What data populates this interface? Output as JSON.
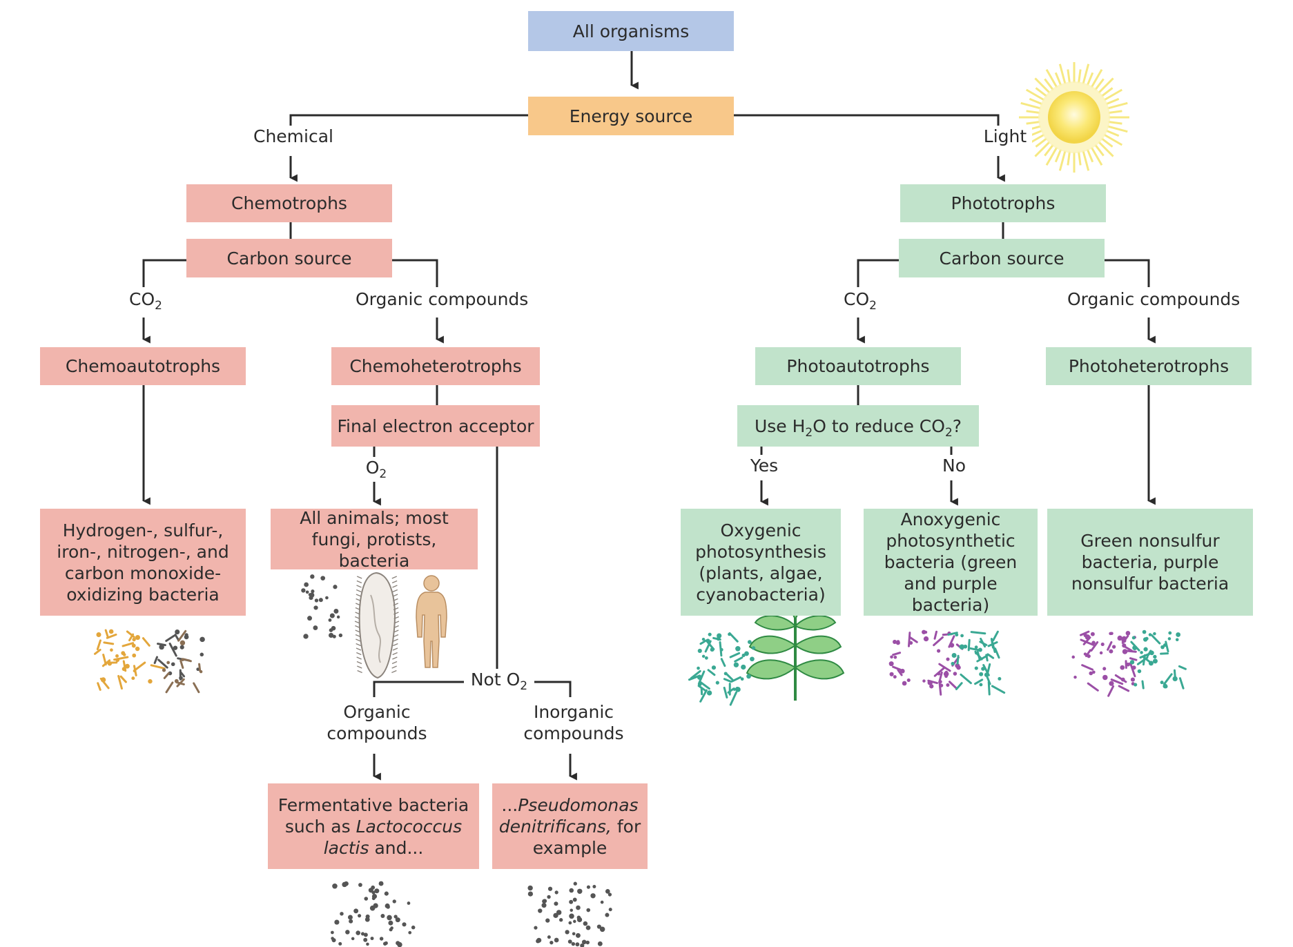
{
  "root": {
    "label": "All organisms"
  },
  "energy": {
    "label": "Energy source"
  },
  "branches": {
    "chemical": "Chemical",
    "light": "Light"
  },
  "chemo": {
    "chemotrophs": "Chemotrophs",
    "carbon_source": "Carbon source",
    "co2": "CO",
    "co2_sub": "2",
    "organic": "Organic compounds",
    "chemoautotrophs": "Chemoautotrophs",
    "chemoheterotrophs": "Chemoheterotrophs",
    "final_acceptor": "Final electron acceptor",
    "o2": "O",
    "o2_sub": "2",
    "not_o2": "Not O",
    "not_o2_sub": "2",
    "organic_compounds_label": "Organic compounds",
    "inorganic_compounds_label": "Inorganic compounds",
    "oxidizing_bacteria": "Hydrogen-, sulfur-, iron-, nitrogen-, and carbon monoxide-oxidizing bacteria",
    "animals": "All animals; most fungi, protists, bacteria",
    "fermentative_pre": "Fermentative bacteria such as",
    "fermentative_italic": "Lactococcus lactis",
    "fermentative_post": "and...",
    "pseudomonas_pre": "...",
    "pseudomonas_italic": "Pseudomonas denitrificans,",
    "pseudomonas_post": "for example"
  },
  "photo": {
    "phototrophs": "Phototrophs",
    "carbon_source": "Carbon source",
    "co2": "CO",
    "co2_sub": "2",
    "organic": "Organic compounds",
    "photoautotrophs": "Photoautotrophs",
    "photoheterotrophs": "Photoheterotrophs",
    "question_a": "Use H",
    "question_sub1": "2",
    "question_b": "O to reduce CO",
    "question_sub2": "2",
    "question_c": "?",
    "yes": "Yes",
    "no": "No",
    "oxygenic": "Oxygenic photosynthesis (plants, algae, cyanobacteria)",
    "anoxygenic": "Anoxygenic photosynthetic bacteria (green and purple bacteria)",
    "nonsulfur": "Green nonsulfur bacteria, purple nonsulfur bacteria"
  },
  "colors": {
    "root": "#b4c7e7",
    "energy": "#f8c88a",
    "chemo": "#f1b5ad",
    "photo": "#c1e3cb",
    "line": "#2b2b2b",
    "sun": "#f7e46a",
    "teal_bacteria": "#3aa893",
    "purple_bacteria": "#9b4fa6",
    "orange_bacteria": "#e3a63b"
  },
  "icons": [
    "sun-icon",
    "plant-icon",
    "paramecium-icon",
    "human-icon",
    "bacteria-cluster-icon"
  ]
}
